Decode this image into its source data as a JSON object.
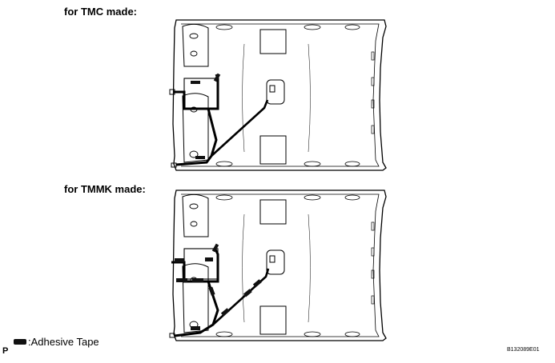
{
  "views": [
    {
      "id": "tmc",
      "caption": "for TMC made:"
    },
    {
      "id": "tmmk",
      "caption": "for TMMK made:"
    }
  ],
  "legend": {
    "symbol": "adhesive-tape-swatch",
    "label": ":Adhesive Tape"
  },
  "corner_mark": "P",
  "figure_code": "B132089E01",
  "colors": {
    "line": "#000000",
    "tape": "#111111",
    "background": "#ffffff"
  }
}
